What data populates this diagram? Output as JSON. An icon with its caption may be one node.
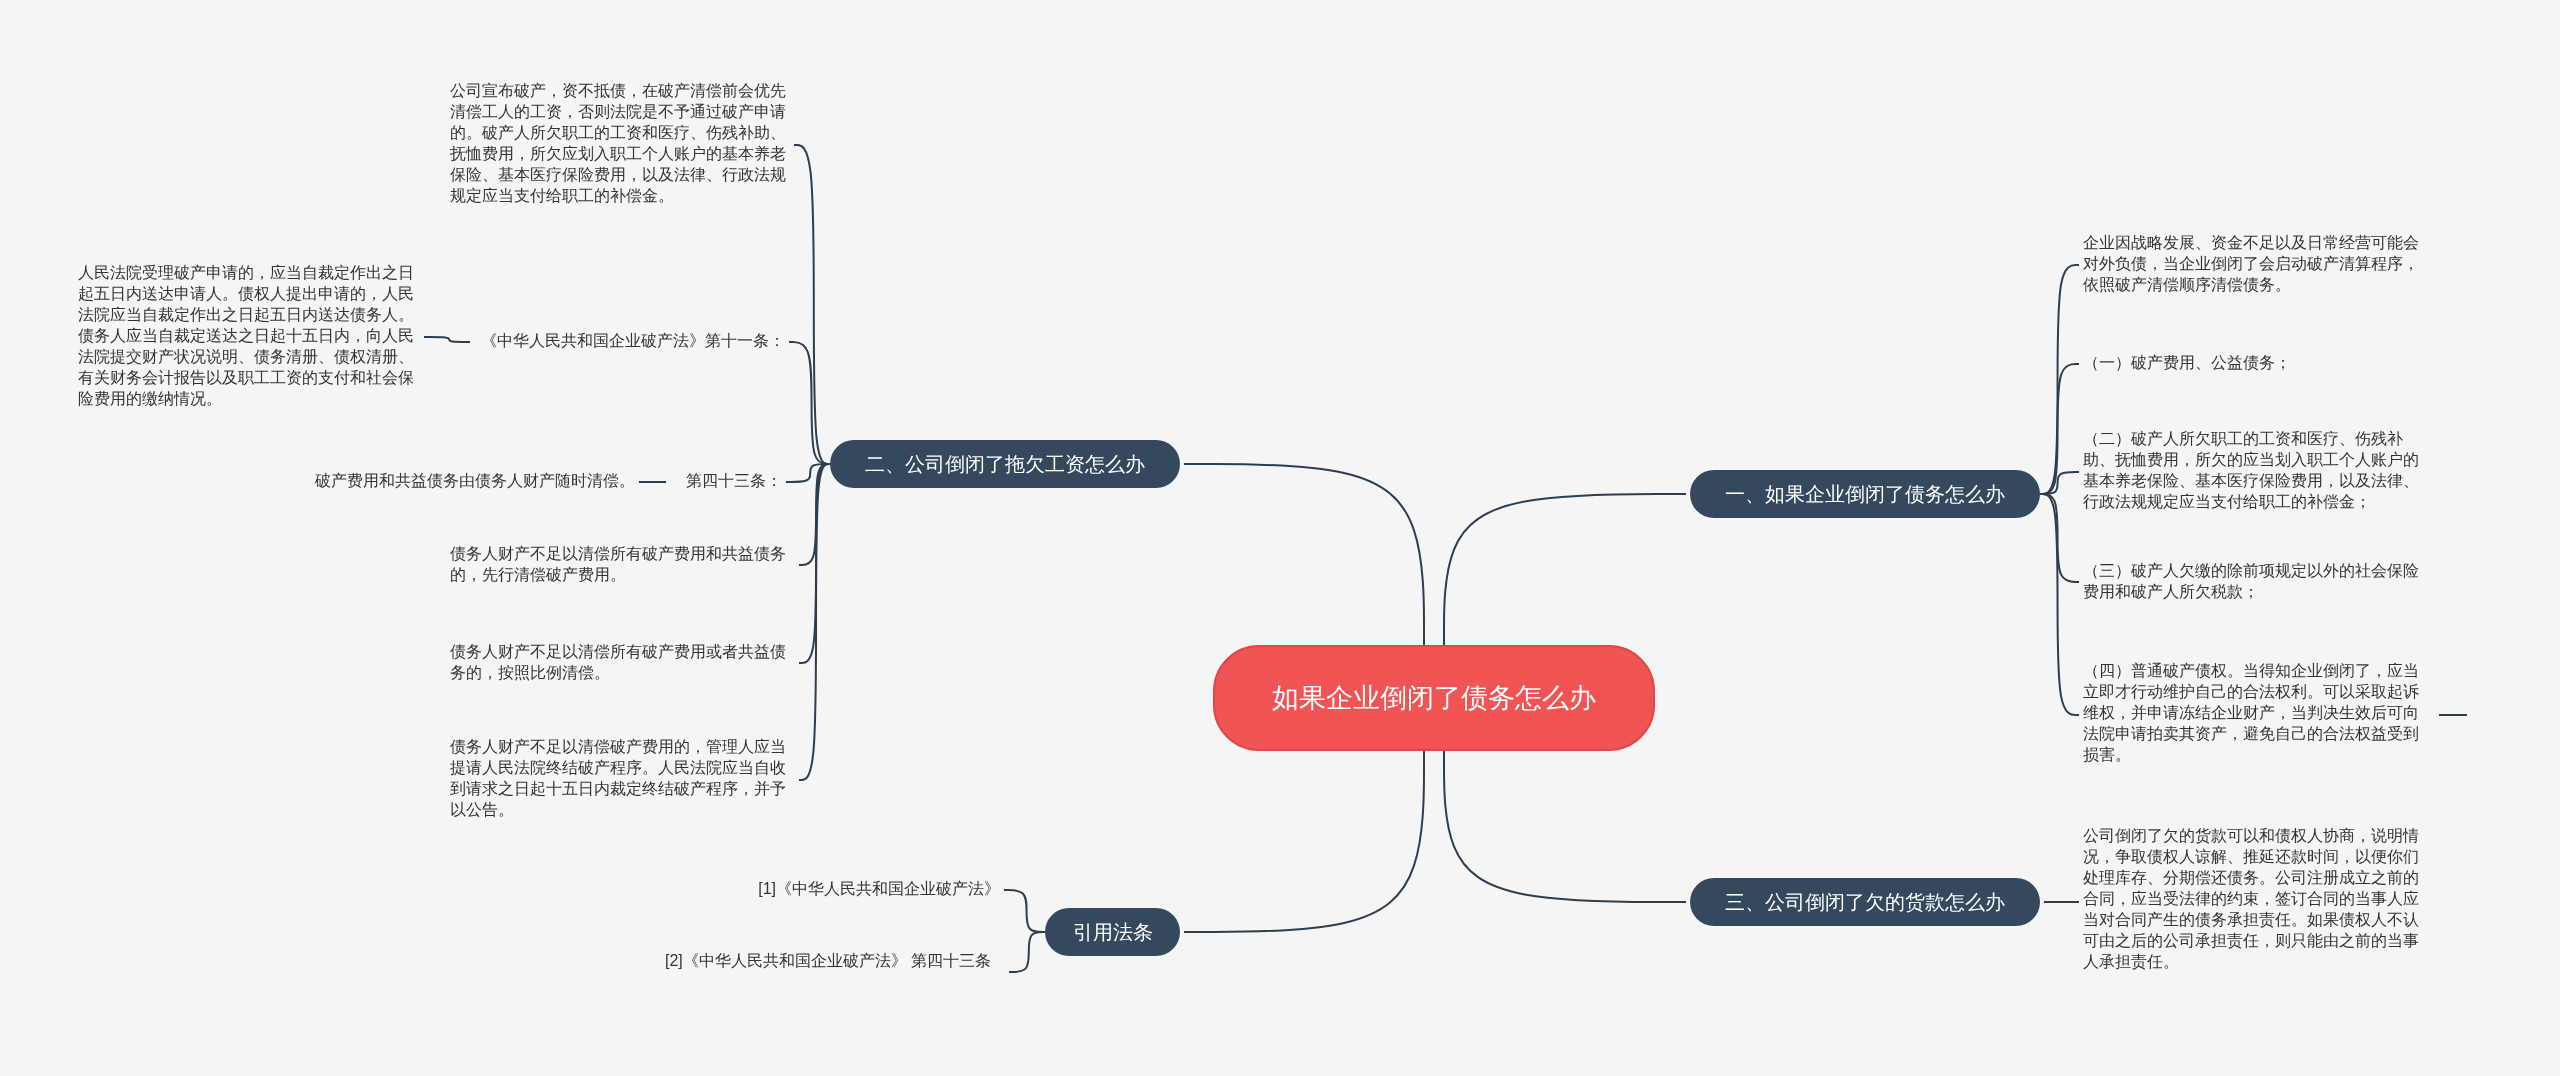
{
  "diagram": {
    "nodes": [
      {
        "text": [
          "如果企业倒闭了债务怎么办"
        ]
      },
      {
        "text": [
          "二、公司倒闭了拖欠工资怎么办"
        ]
      },
      {
        "text": [
          "公司宣布破产，资不抵债，在破产清偿前会优先清偿工人的工资，否则法院是不予通过破产申请的。破产人所欠职工的工资和医疗、伤残补助、抚恤费用，所欠应划入职工个人账户的基本养老保险、基本医疗保险费用，以及法律、行政法规规定应当支付给职工的补偿金。"
        ]
      },
      {
        "text": [
          "《中华人民共和国企业破产法》第十一条："
        ]
      },
      {
        "text": [
          "人民法院受理破产申请的，应当自裁定作出之日起五日内送达申请人。债权人提出申请的，人民法院应当自裁定作出之日起五日内送达债务人。债务人应当自裁定送达之日起十五日内，向人民法院提交财产状况说明、债务清册、债权清册、有关财务会计报告以及职工工资的支付和社会保险费用的缴纳情况。"
        ]
      },
      {
        "text": [
          "第四十三条："
        ]
      },
      {
        "text": [
          "破产费用和共益债务由债务人财产随时清偿。"
        ]
      },
      {
        "text": [
          "债务人财产不足以清偿所有破产费用和共益债务的，先行清偿破产费用。"
        ]
      },
      {
        "text": [
          "债务人财产不足以清偿所有破产费用或者共益债务的，按照比例清偿。"
        ]
      },
      {
        "text": [
          "债务人财产不足以清偿破产费用的，管理人应当提请人民法院终结破产程序。人民法院应当自收到请求之日起十五日内裁定终结破产程序，并予以公告。"
        ]
      },
      {
        "text": [
          "引用法条"
        ]
      },
      {
        "text": [
          "[1]《中华人民共和国企业破产法》"
        ]
      },
      {
        "text": [
          "[2]《中华人民共和国企业破产法》 第四十三条"
        ]
      },
      {
        "text": [
          "一、如果企业倒闭了债务怎么办"
        ]
      },
      {
        "text": [
          "企业因战略发展、资金不足以及日常经营可能会对外负债，当企业倒闭了会启动破产清算程序，依照破产清偿顺序清偿债务。"
        ]
      },
      {
        "text": [
          "（一）破产费用、公益债务；"
        ]
      },
      {
        "text": [
          "（二）破产人所欠职工的工资和医疗、伤残补助、抚恤费用，所欠的应当划入职工个人账户的基本养老保险、基本医疗保险费用，以及法律、行政法规规定应当支付给职工的补偿金；"
        ]
      },
      {
        "text": [
          "（三）破产人欠缴的除前项规定以外的社会保险费用和破产人所欠税款；"
        ]
      },
      {
        "text": [
          "（四）普通破产债权。当得知企业倒闭了，应当立即才行动维护自己的合法权利。可以采取起诉维权，并申请冻结企业财产，当判决生效后可向法院申请拍卖其资产，避免自己的合法权益受到损害。"
        ]
      },
      {
        "text": [
          "三、公司倒闭了欠的货款怎么办"
        ]
      },
      {
        "text": [
          "公司倒闭了欠的货款可以和债权人协商，说明情况，争取债权人谅解、推延还款时间，以便你们处理库存、分期偿还债务。公司注册成立之前的合同，应当受法律的约束，签订合同的当事人应当对合同产生的债务承担责任。如果债权人不认可由之后的公司承担责任，则只能由之前的当事人承担责任。"
        ]
      }
    ],
    "edges": [
      {
        "from": 0,
        "to": 1,
        "arrow": "none"
      },
      {
        "from": 1,
        "to": 2,
        "arrow": "none"
      },
      {
        "from": 1,
        "to": 3,
        "arrow": "none"
      },
      {
        "from": 3,
        "to": 4,
        "arrow": "none"
      },
      {
        "from": 1,
        "to": 5,
        "arrow": "none"
      },
      {
        "from": 5,
        "to": 6,
        "arrow": "none"
      },
      {
        "from": 1,
        "to": 7,
        "arrow": "none"
      },
      {
        "from": 1,
        "to": 8,
        "arrow": "none"
      },
      {
        "from": 1,
        "to": 9,
        "arrow": "none"
      },
      {
        "from": 0,
        "to": 10,
        "arrow": "none"
      },
      {
        "from": 10,
        "to": 11,
        "arrow": "none"
      },
      {
        "from": 10,
        "to": 12,
        "arrow": "none"
      },
      {
        "from": 0,
        "to": 13,
        "arrow": "none"
      },
      {
        "from": 13,
        "to": 14,
        "arrow": "none"
      },
      {
        "from": 13,
        "to": 15,
        "arrow": "none"
      },
      {
        "from": 13,
        "to": 16,
        "arrow": "none"
      },
      {
        "from": 13,
        "to": 17,
        "arrow": "none"
      },
      {
        "from": 13,
        "to": 18,
        "arrow": "none"
      },
      {
        "from": 18,
        "to": null,
        "arrow": "none"
      },
      {
        "from": 0,
        "to": 19,
        "arrow": "none"
      },
      {
        "from": 19,
        "to": 20,
        "arrow": "none"
      }
    ]
  }
}
